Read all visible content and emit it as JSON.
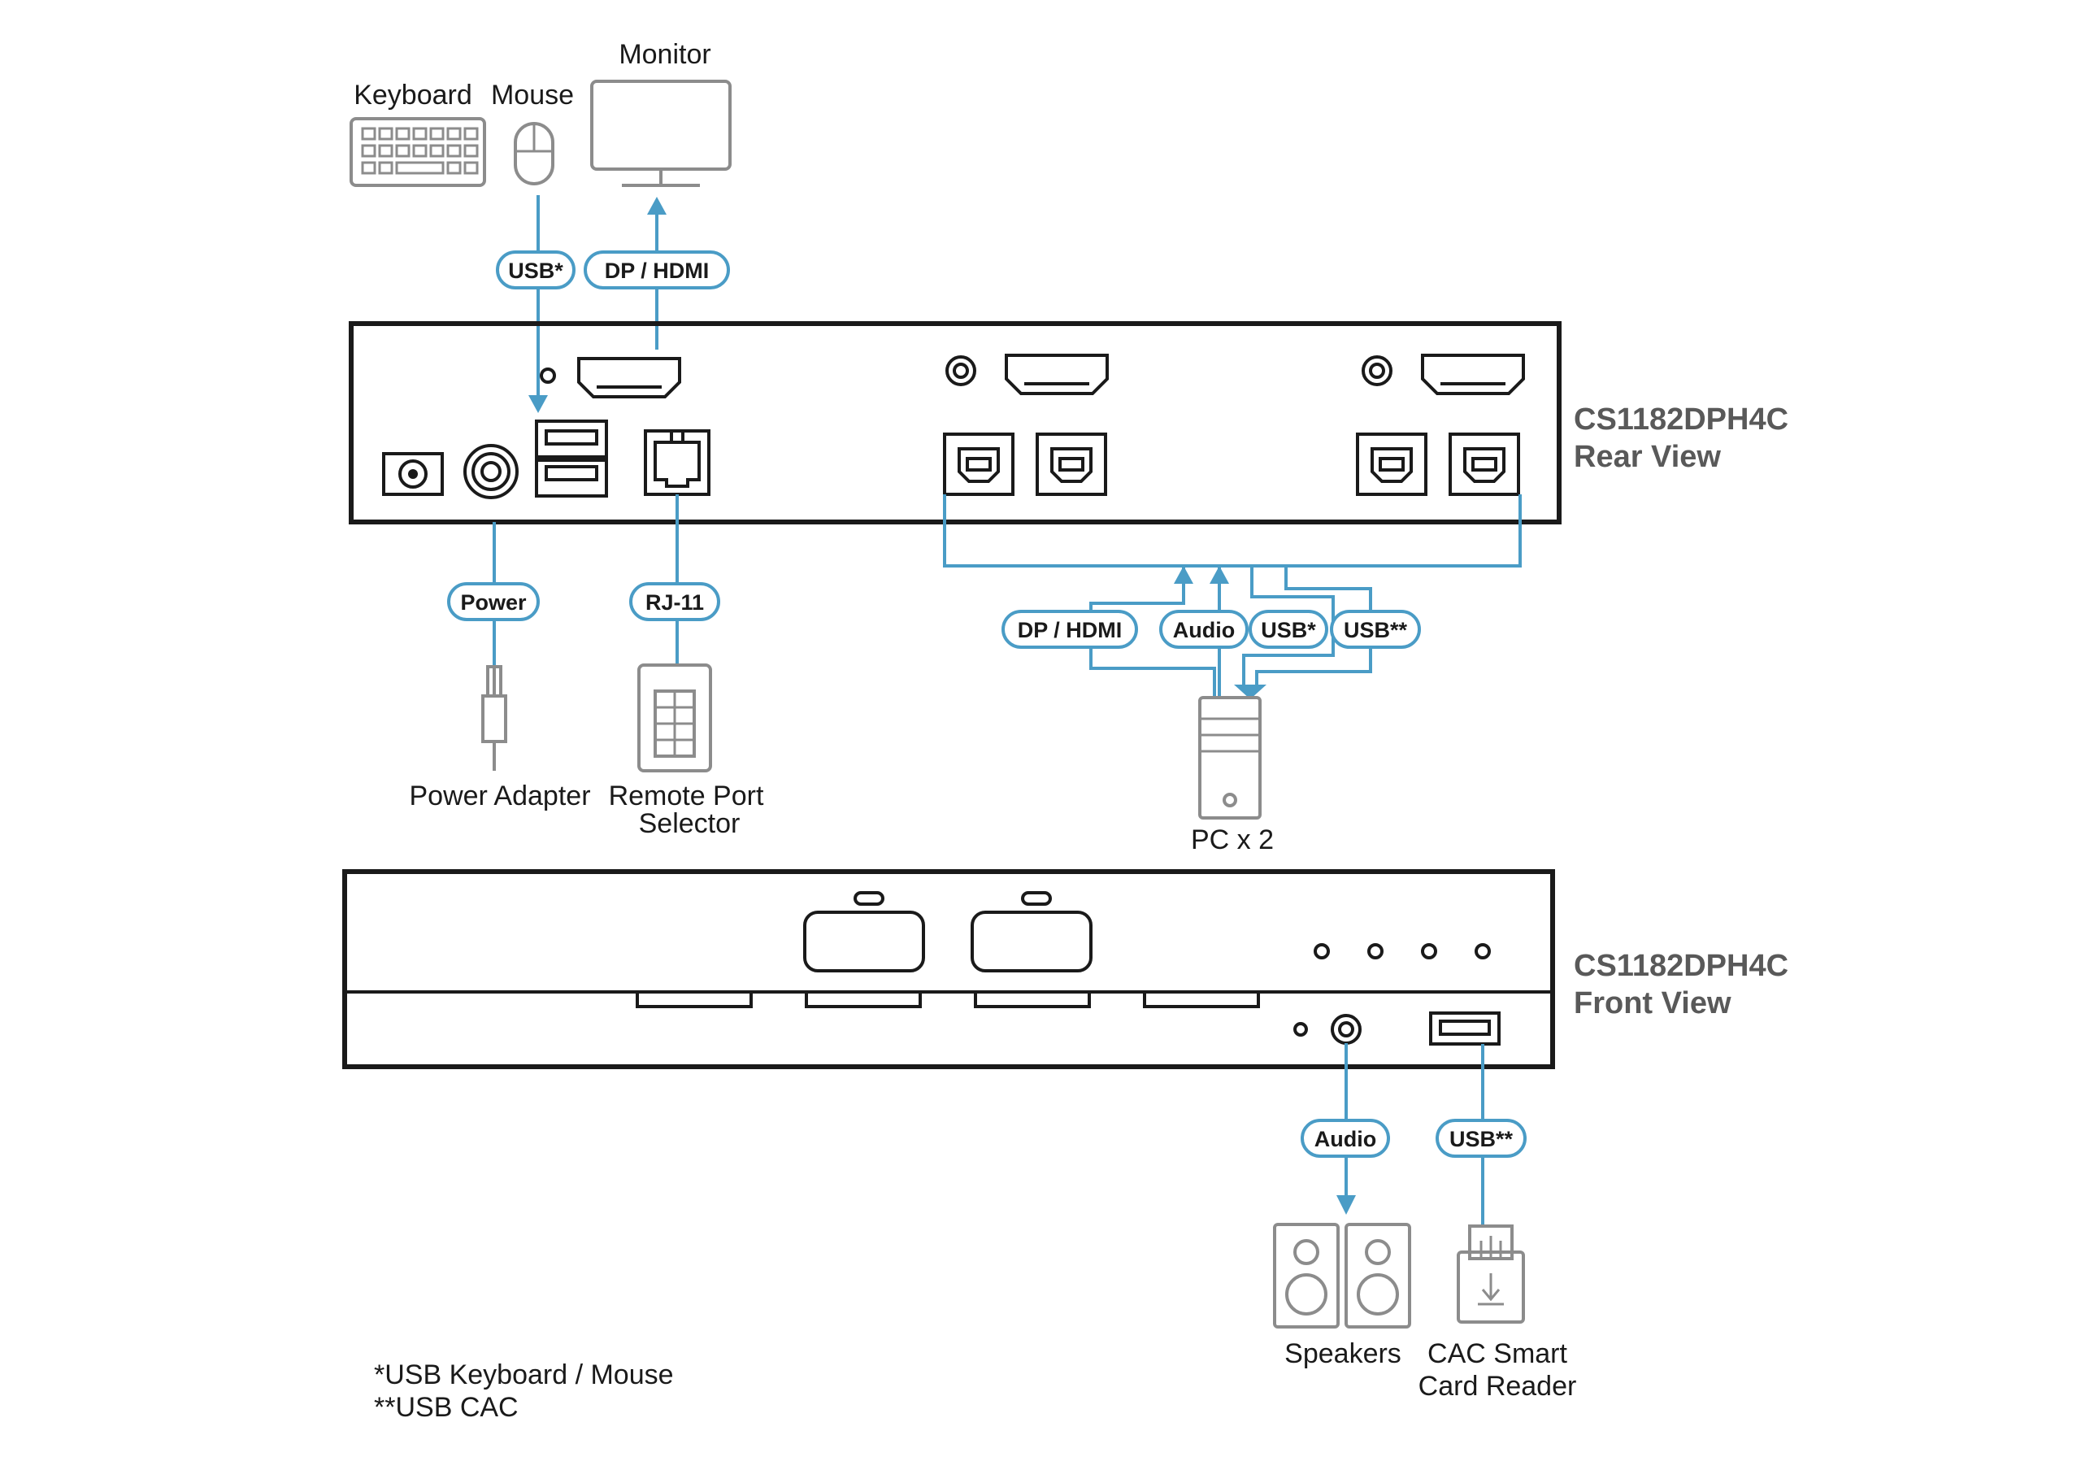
{
  "devices": {
    "keyboard": "Keyboard",
    "mouse": "Mouse",
    "monitor": "Monitor",
    "power_adapter": "Power Adapter",
    "remote_line1": "Remote Port",
    "remote_line2": "Selector",
    "pc": "PC x 2",
    "speakers": "Speakers",
    "cac_line1": "CAC Smart",
    "cac_line2": "Card Reader"
  },
  "cables": {
    "usb_kbm": "USB*",
    "dp_hdmi": "DP / HDMI",
    "power": "Power",
    "rj11": "RJ-11",
    "pc_dp_hdmi": "DP / HDMI",
    "pc_audio": "Audio",
    "pc_usb": "USB*",
    "pc_usb_cac": "USB**",
    "front_audio": "Audio",
    "front_usb_cac": "USB**"
  },
  "rear_view": {
    "model": "CS1182DPH4C",
    "view": "Rear View"
  },
  "front_view": {
    "model": "CS1182DPH4C",
    "view": "Front View"
  },
  "notes": [
    "*USB Keyboard / Mouse",
    "**USB CAC"
  ],
  "colors": {
    "cable": "#4a9cc6",
    "device_outline": "#8c8c8c",
    "unit_outline": "#1a1a1a"
  }
}
